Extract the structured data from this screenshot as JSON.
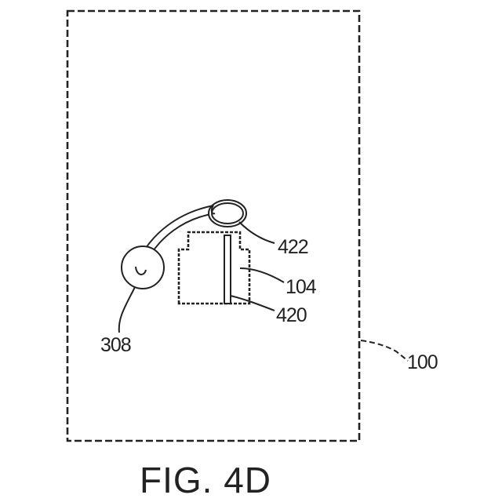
{
  "figure": {
    "caption": "FIG. 4D",
    "line_color": "#222222",
    "background": "#ffffff"
  },
  "labels": {
    "device": "100",
    "component_104": "104",
    "cable_end": "308",
    "base": "420",
    "connector": "422"
  },
  "parts": {
    "device_outline": "dashed rectangle (device 100)",
    "charger_body": "stepped block (104)",
    "contact_strip": "vertical strip (420)",
    "cable": "curved cable (308 to 422)",
    "plug_308": "circular end (308)",
    "plug_422": "oval end (422)"
  }
}
